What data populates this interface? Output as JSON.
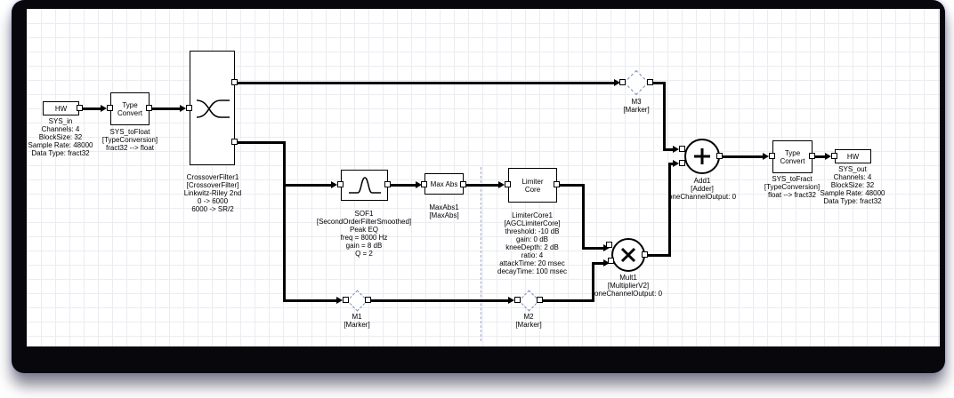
{
  "colors": {
    "wire": "#000000",
    "block_fill": "#ffffff",
    "block_border": "#000000",
    "grid": "#eaecf1",
    "frame": "#07070c",
    "marker_dash": "#7b87b9",
    "divider_dash": "#9aa3d0"
  },
  "blocks": {
    "sys_in": {
      "title": "HW",
      "label": "SYS_in",
      "details": [
        "Channels: 4",
        "BlockSize: 32",
        "Sample Rate: 48000",
        "Data Type: fract32"
      ]
    },
    "sys_tofloat": {
      "title": "Type Convert",
      "label": "SYS_toFloat",
      "class": "[TypeConversion]",
      "details": [
        "fract32 --> float"
      ]
    },
    "crossover": {
      "label": "CrossoverFilter1",
      "class": "[CrossoverFilter]",
      "details": [
        "Linkwitz-Riley 2nd",
        "0 -> 6000",
        "6000 -> SR/2"
      ]
    },
    "sof1": {
      "label": "SOF1",
      "class": "[SecondOrderFilterSmoothed]",
      "details": [
        "Peak EQ",
        "freq = 8000 Hz",
        "gain = 8 dB",
        "Q = 2"
      ]
    },
    "maxabs": {
      "title": "Max Abs",
      "label": "MaxAbs1",
      "class": "[MaxAbs]"
    },
    "limiter": {
      "title": "Limiter Core",
      "label": "LimiterCore1",
      "class": "[AGCLimiterCore]",
      "details": [
        "threshold: -10 dB",
        "gain: 0 dB",
        "kneeDepth: 2 dB",
        "ratio: 4",
        "attackTime: 20 msec",
        "decayTime: 100 msec"
      ]
    },
    "m1": {
      "label": "M1",
      "class": "[Marker]"
    },
    "m2": {
      "label": "M2",
      "class": "[Marker]"
    },
    "m3": {
      "label": "M3",
      "class": "[Marker]"
    },
    "mult1": {
      "label": "Mult1",
      "class": "[MultiplierV2]",
      "details": [
        "oneChannelOutput: 0"
      ]
    },
    "add1": {
      "label": "Add1",
      "class": "[Adder]",
      "details": [
        "oneChannelOutput: 0"
      ]
    },
    "sys_tofract": {
      "title": "Type Convert",
      "label": "SYS_toFract",
      "class": "[TypeConversion]",
      "details": [
        "float --> fract32"
      ]
    },
    "sys_out": {
      "title": "HW",
      "label": "SYS_out",
      "details": [
        "Channels: 4",
        "BlockSize: 32",
        "Sample Rate: 48000",
        "Data Type: fract32"
      ]
    }
  }
}
